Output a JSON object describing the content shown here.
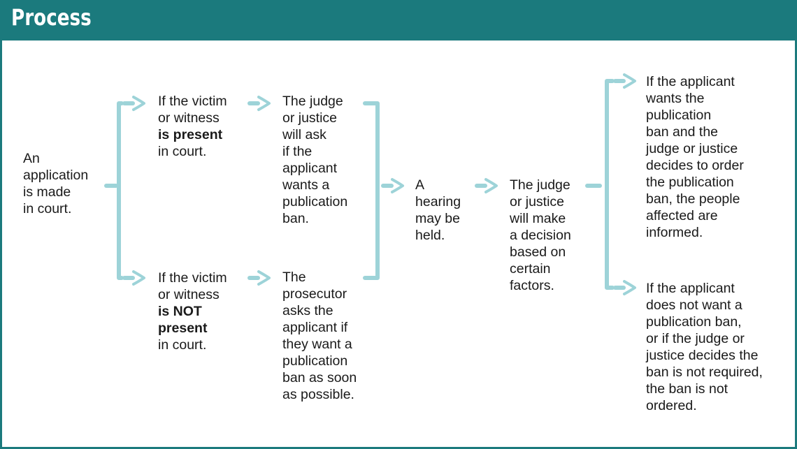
{
  "header": {
    "title": "Process"
  },
  "colors": {
    "header": "#1b7a7d",
    "connector": "#9dd3d8",
    "text": "#1a1a1a"
  },
  "nodes": {
    "application": [
      "An",
      "application",
      "is made",
      "in court."
    ],
    "victim_present": [
      "If the victim",
      "or witness",
      "is present",
      "in court."
    ],
    "victim_not_present": [
      "If the victim",
      "or witness",
      "is NOT",
      "present",
      "in court."
    ],
    "judge_asks": [
      "The judge",
      "or justice",
      "will ask",
      "if the",
      "applicant",
      "wants a",
      "publication",
      "ban."
    ],
    "prosecutor_asks": [
      "The",
      "prosecutor",
      "asks the",
      "applicant if",
      "they want a",
      "publication",
      "ban as soon",
      "as possible."
    ],
    "hearing": [
      "A",
      "hearing",
      "may be",
      "held."
    ],
    "judge_decision": [
      "The judge",
      "or justice",
      "will make",
      "a decision",
      "based on",
      "certain",
      "factors."
    ],
    "outcome_ordered": [
      "If the applicant",
      "wants the",
      "publication",
      "ban and the",
      "judge or justice",
      "decides to order",
      "the publication",
      "ban, the people",
      "affected are",
      "informed."
    ],
    "outcome_not_ordered": [
      "If the applicant",
      "does not want a",
      "publication ban,",
      "or if the judge or",
      "justice decides the",
      "ban is not required,",
      "the ban is not",
      "ordered."
    ]
  }
}
